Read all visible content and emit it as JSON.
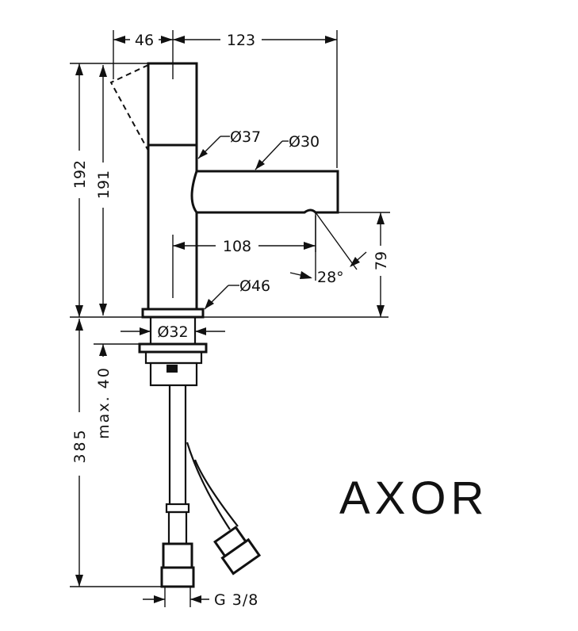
{
  "dimensions": {
    "handle_offset": "46",
    "spout_reach": "123",
    "total_height": "192",
    "body_height": "191",
    "spout_diameter": "Ø30",
    "body_diameter": "Ø37",
    "spout_clear_reach": "108",
    "spout_clear_height": "79",
    "spout_angle": "28°",
    "base_diameter": "Ø46",
    "shank_diameter": "Ø32",
    "max_deck_thickness": "max. 40",
    "hose_length": "385",
    "connection_thread": "G 3/8"
  },
  "brand": {
    "logo_text": "AXOR"
  }
}
